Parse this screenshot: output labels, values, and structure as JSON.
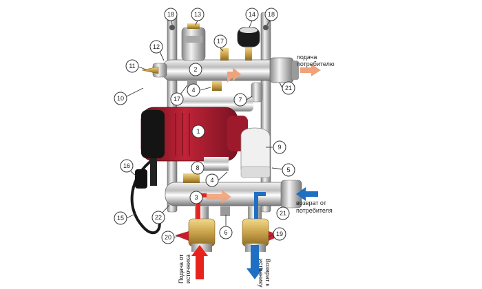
{
  "callouts": [
    "1",
    "2",
    "3",
    "4",
    "4",
    "5",
    "6",
    "7",
    "8",
    "9",
    "10",
    "11",
    "12",
    "13",
    "14",
    "15",
    "16",
    "17",
    "17",
    "18",
    "18",
    "19",
    "20",
    "21",
    "21",
    "22"
  ],
  "labels": {
    "supply_consumer": [
      "подача",
      "потребителю"
    ],
    "return_consumer": [
      "возврат от",
      "потребителя"
    ],
    "supply_source": [
      "Подача от",
      "источника"
    ],
    "return_source": [
      "Возврат к",
      "источнику"
    ]
  },
  "colors": {
    "hot_arrow": "#e8231e",
    "warm_arrow": "#f0a37a",
    "cold_arrow": "#1f6fc2",
    "pump_red": "#b01c2e",
    "chrome": "#c9c9c9",
    "brass": "#c9a24a"
  }
}
